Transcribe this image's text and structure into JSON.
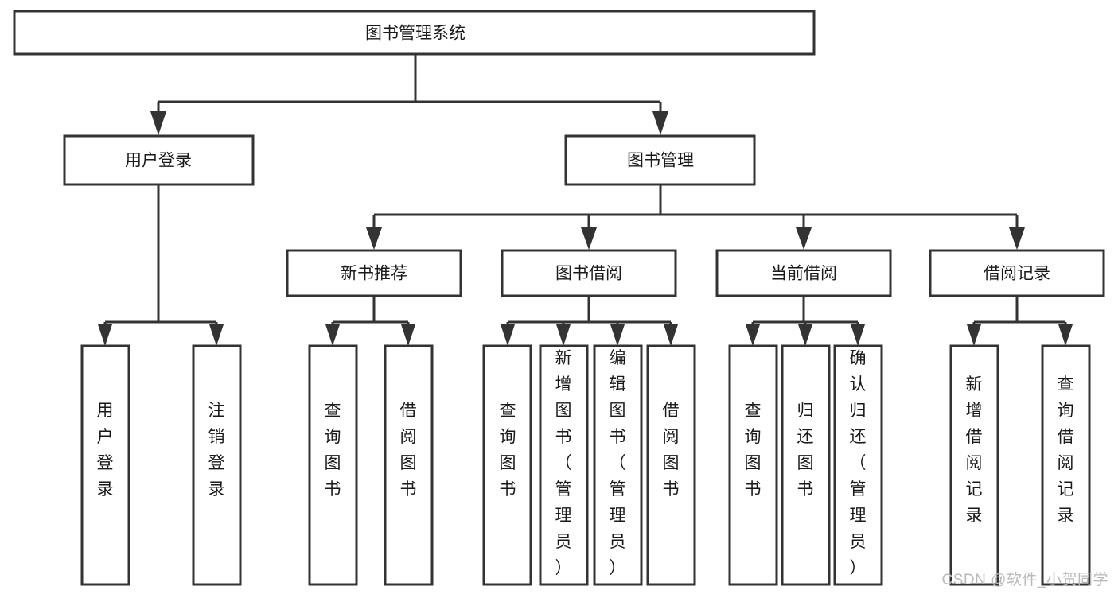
{
  "diagram": {
    "type": "tree-hierarchy-diagram",
    "title": "图书管理系统",
    "watermark": "CSDN @软件_小贺同学",
    "colors": {
      "box_stroke": "#333333",
      "box_fill": "#ffffff",
      "text": "#1a1a1a",
      "background": "#ffffff",
      "watermark": "#b9b9b9"
    },
    "levels": [
      {
        "level": 1,
        "nodes": [
          {
            "id": "root",
            "label": "图书管理系统",
            "orientation": "horizontal"
          }
        ]
      },
      {
        "level": 2,
        "nodes": [
          {
            "id": "user-login",
            "label": "用户登录",
            "orientation": "horizontal",
            "parent": "root"
          },
          {
            "id": "book-manage",
            "label": "图书管理",
            "orientation": "horizontal",
            "parent": "root"
          }
        ]
      },
      {
        "level": 3,
        "nodes": [
          {
            "id": "new-book-recommend",
            "label": "新书推荐",
            "orientation": "horizontal",
            "parent": "book-manage"
          },
          {
            "id": "book-borrow",
            "label": "图书借阅",
            "orientation": "horizontal",
            "parent": "book-manage"
          },
          {
            "id": "current-borrow",
            "label": "当前借阅",
            "orientation": "horizontal",
            "parent": "book-manage"
          },
          {
            "id": "borrow-record",
            "label": "借阅记录",
            "orientation": "horizontal",
            "parent": "book-manage"
          }
        ]
      },
      {
        "level": 4,
        "nodes": [
          {
            "id": "leaf-user-login",
            "label": "用户登录",
            "orientation": "vertical",
            "parent": "user-login"
          },
          {
            "id": "leaf-logout-login",
            "label": "注销登录",
            "orientation": "vertical",
            "parent": "user-login"
          },
          {
            "id": "leaf-query-book-1",
            "label": "查询图书",
            "orientation": "vertical",
            "parent": "new-book-recommend"
          },
          {
            "id": "leaf-borrow-book-1",
            "label": "借阅图书",
            "orientation": "vertical",
            "parent": "new-book-recommend"
          },
          {
            "id": "leaf-query-book-2",
            "label": "查询图书",
            "orientation": "vertical",
            "parent": "book-borrow"
          },
          {
            "id": "leaf-add-book-admin",
            "label": "新增图书（管理员）",
            "orientation": "vertical",
            "parent": "book-borrow"
          },
          {
            "id": "leaf-edit-book-admin",
            "label": "编辑图书（管理员）",
            "orientation": "vertical",
            "parent": "book-borrow"
          },
          {
            "id": "leaf-borrow-book-2",
            "label": "借阅图书",
            "orientation": "vertical",
            "parent": "book-borrow"
          },
          {
            "id": "leaf-query-book-3",
            "label": "查询图书",
            "orientation": "vertical",
            "parent": "current-borrow"
          },
          {
            "id": "leaf-return-book",
            "label": "归还图书",
            "orientation": "vertical",
            "parent": "current-borrow"
          },
          {
            "id": "leaf-confirm-return-admin",
            "label": "确认归还（管理员）",
            "orientation": "vertical",
            "parent": "current-borrow"
          },
          {
            "id": "leaf-add-borrow-record",
            "label": "新增借阅记录",
            "orientation": "vertical",
            "parent": "borrow-record"
          },
          {
            "id": "leaf-query-borrow-record",
            "label": "查询借阅记录",
            "orientation": "vertical",
            "parent": "borrow-record"
          }
        ]
      }
    ]
  }
}
